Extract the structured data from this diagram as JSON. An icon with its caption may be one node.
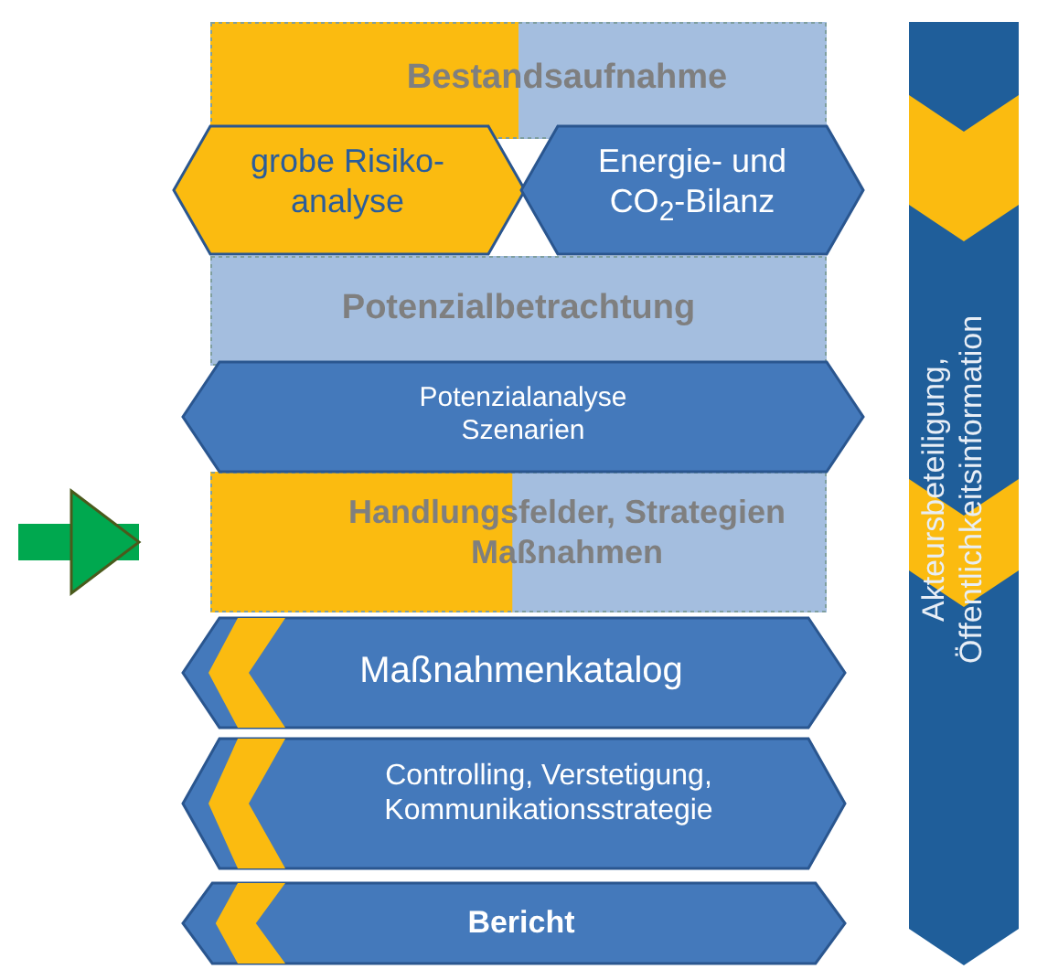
{
  "diagram": {
    "nodes": [
      {
        "text": [
          "Bestandsaufnahme"
        ]
      },
      {
        "text": [
          "grobe Risiko- analyse"
        ]
      },
      {
        "text": [
          "Energie- und CO$_{2}$-Bilanz"
        ]
      },
      {
        "text": [
          "Potenzialbetrachtung"
        ]
      },
      {
        "text": [
          "Potenzialanalyse Szenarien"
        ]
      },
      {
        "text": [
          "Handlungsfelder, Strategien Maßnahmen"
        ]
      },
      {
        "text": [
          "Maßnahmenkatalog"
        ]
      },
      {
        "text": [
          "Controlling, Verstetigung, Kommunikationsstrategie"
        ]
      },
      {
        "text": [
          "Bericht"
        ]
      },
      {
        "text": [
          "Akteursbeteiligung, Öffentlichkeitsinformation"
        ]
      }
    ],
    "edges": [
      {
        "from": null,
        "to": 5,
        "arrow": "to"
      }
    ]
  }
}
